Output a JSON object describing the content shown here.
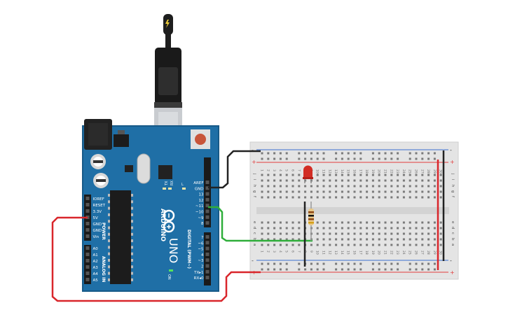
{
  "board": {
    "brand": "ARDUINO",
    "model": "UNO",
    "power_header_title": "POWER",
    "analog_header_title": "ANALOG IN",
    "digital_header_title": "DIGITAL (PWM~)",
    "on_label": "ON",
    "led_l_label": "L",
    "led_tx_label": "TX",
    "led_rx_label": "RX",
    "power_pins": [
      "IOREF",
      "RESET",
      "3.3V",
      "5V",
      "GND",
      "GND",
      "Vin"
    ],
    "analog_pins": [
      "A0",
      "A1",
      "A2",
      "A3",
      "A4",
      "A5"
    ],
    "digital_pins_top": [
      "AREF",
      "GND",
      "13",
      "12",
      "~11",
      "~10",
      "~9",
      "8"
    ],
    "digital_pins_bottom": [
      "7",
      "~6",
      "~5",
      "4",
      "~3",
      "2",
      "TX▸1",
      "RX◂0"
    ]
  },
  "breadboard": {
    "rail_minus": "-",
    "rail_plus": "+",
    "row_letters_top": [
      "j",
      "i",
      "h",
      "g",
      "f"
    ],
    "row_letters_bottom": [
      "e",
      "d",
      "c",
      "b",
      "a"
    ],
    "column_numbers": [
      "1",
      "2",
      "3",
      "4",
      "5",
      "6",
      "7",
      "8",
      "9",
      "10",
      "11",
      "12",
      "13",
      "14",
      "15",
      "16",
      "17",
      "18",
      "19",
      "20",
      "21",
      "22",
      "23",
      "24",
      "25",
      "26",
      "27",
      "28",
      "29",
      "30"
    ]
  },
  "colors": {
    "board_blue": "#1f6fa6",
    "wire_black": "#222222",
    "wire_red": "#d9262b",
    "wire_green": "#2fae3a",
    "led_red": "#d22d24",
    "rail_red_line": "#e23b3b",
    "rail_blue_line": "#3b6fd0"
  },
  "icons": [
    "usb-cable-icon",
    "lightning-icon",
    "infinity-logo-icon"
  ]
}
